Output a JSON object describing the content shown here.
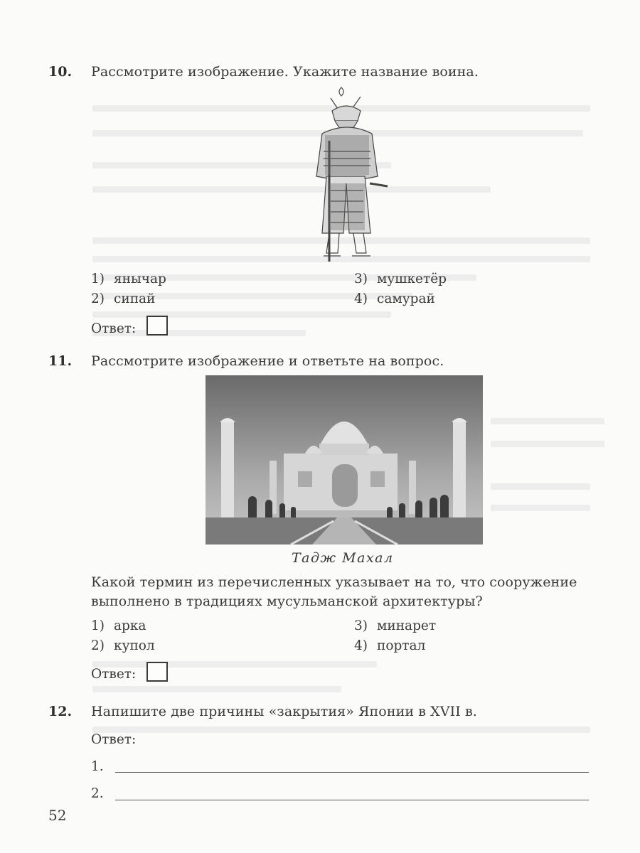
{
  "page_number": "52",
  "questions": [
    {
      "number": "10.",
      "text": "Рассмотрите изображение. Укажите название воина.",
      "image": "samurai-warrior-illustration",
      "options": [
        {
          "num": "1)",
          "label": "янычар"
        },
        {
          "num": "2)",
          "label": "сипай"
        },
        {
          "num": "3)",
          "label": "мушкетёр"
        },
        {
          "num": "4)",
          "label": "самурай"
        }
      ],
      "answer_label": "Ответ:",
      "answer_value": ""
    },
    {
      "number": "11.",
      "text": "Рассмотрите изображение и ответьте на вопрос.",
      "image": "taj-mahal-photo",
      "caption": "Тадж Махал",
      "subquestion_line1": "Какой термин из перечисленных указывает на то, что сооружение",
      "subquestion_line2": "выполнено в традициях мусульманской архитектуры?",
      "options": [
        {
          "num": "1)",
          "label": "арка"
        },
        {
          "num": "2)",
          "label": "купол"
        },
        {
          "num": "3)",
          "label": "минарет"
        },
        {
          "num": "4)",
          "label": "портал"
        }
      ],
      "answer_label": "Ответ:",
      "answer_value": ""
    },
    {
      "number": "12.",
      "text": "Напишите две причины «закрытия» Японии в XVII в.",
      "answer_label": "Ответ:",
      "lines": [
        {
          "num": "1.",
          "value": ""
        },
        {
          "num": "2.",
          "value": ""
        }
      ]
    }
  ]
}
